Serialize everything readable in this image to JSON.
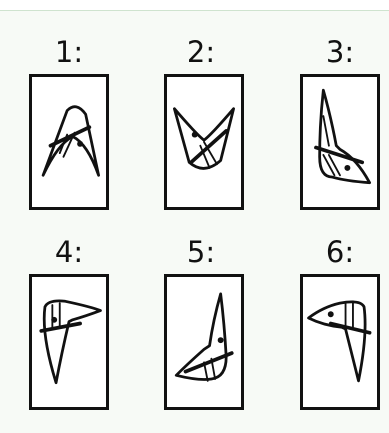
{
  "options": [
    {
      "label": "1:"
    },
    {
      "label": "2:"
    },
    {
      "label": "3:"
    },
    {
      "label": "4:"
    },
    {
      "label": "5:"
    },
    {
      "label": "6:"
    }
  ],
  "icons": [
    "bird-shape-icon"
  ]
}
